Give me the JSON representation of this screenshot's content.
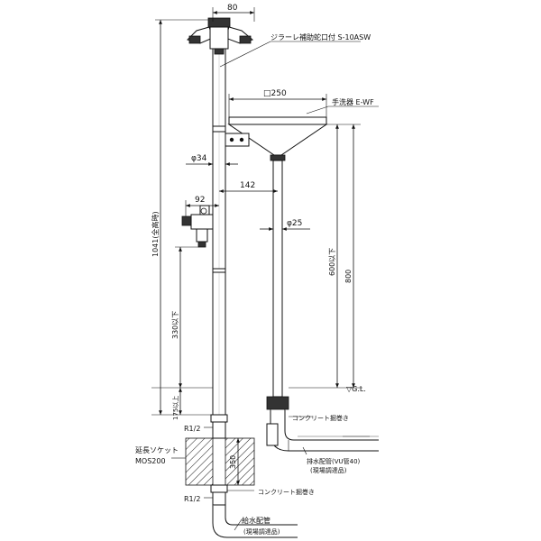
{
  "labels": {
    "dim_80": "80",
    "faucet": "ジラーレ補助蛇口付 S-10ASW",
    "dim_250": "□250",
    "basin": "手洗器 E-WF",
    "dim_34": "φ34",
    "dim_142": "142",
    "dim_92": "92",
    "dim_25": "φ25",
    "dim_1041": "1041(全高時)",
    "dim_600": "600以下",
    "dim_800": "800",
    "dim_330": "330以下",
    "dim_175": "175以上",
    "gl": "▽G.L.",
    "concrete_top": "コンクリート掘巻き",
    "r12_top": "R1/2",
    "socket_line1": "延長ソケット",
    "socket_line2": "MOS200",
    "dim_350": "350",
    "drain_line1": "排水配管(VU管40)",
    "drain_line2": "(現場調達品)",
    "r12_bottom": "R1/2",
    "concrete_bottom": "コンクリート掘巻き",
    "supply_line1": "給水配管",
    "supply_line2": "(現場調達品)"
  }
}
